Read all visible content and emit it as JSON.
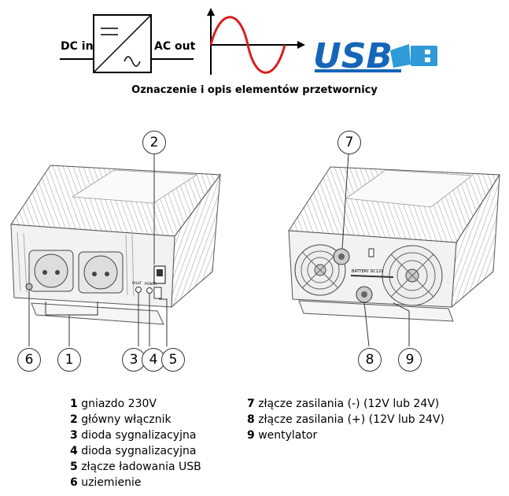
{
  "header": {
    "dc_in_label": "DC in",
    "ac_out_label": "AC out",
    "usb_logo_text": "USB"
  },
  "title": "Oznaczenie i opis elementów przetwornicy",
  "callouts": [
    "1",
    "2",
    "3",
    "4",
    "5",
    "6",
    "7",
    "8",
    "9"
  ],
  "legend_left": [
    {
      "num": "1",
      "text": "gniazdo 230V"
    },
    {
      "num": "2",
      "text": "główny włącznik"
    },
    {
      "num": "3",
      "text": "dioda sygnalizacyjna"
    },
    {
      "num": "4",
      "text": "dioda sygnalizacyjna"
    },
    {
      "num": "5",
      "text": "złącze ładowania USB"
    },
    {
      "num": "6",
      "text": "uziemienie"
    }
  ],
  "legend_right": [
    {
      "num": "7",
      "text": "złącze zasilania (-) (12V lub 24V)"
    },
    {
      "num": "8",
      "text": "złącze zasilania (+) (12V lub 24V)"
    },
    {
      "num": "9",
      "text": "wentylator"
    }
  ],
  "device_labels": {
    "fault": "FAULT",
    "power": "POWER",
    "battery": "BATTERY DC12V"
  }
}
